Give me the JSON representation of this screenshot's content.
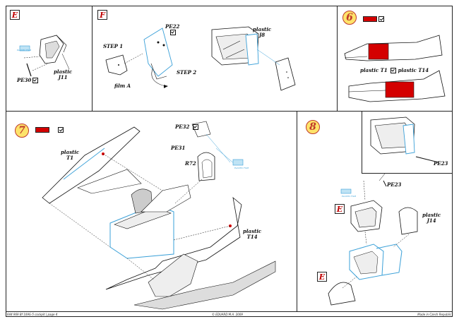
{
  "sections": {
    "E": {
      "letter": "E",
      "pe_label": "PE30",
      "plastic_label": "plastic",
      "part_label": "J11",
      "film_tag": "PLASTIC FILM"
    },
    "F": {
      "letter": "F",
      "pe_label": "PE22",
      "step1": "STEP 1",
      "step2": "STEP 2",
      "film_label": "film A",
      "plastic_label": "plastic",
      "part_label": "J8"
    },
    "s6": {
      "number": "6",
      "t1_label": "plastic T1",
      "t14_label": "plastic T14"
    },
    "s7": {
      "number": "7",
      "plastic_t1": "plastic",
      "t1": "T1",
      "pe32": "PE32",
      "pe31": "PE31",
      "r72": "R72",
      "plastic_t14": "plastic",
      "t14": "T14",
      "film_tag": "PLASTIC FILM"
    },
    "s8": {
      "number": "8",
      "pe23_top": "PE23",
      "pe23": "PE23",
      "film_tag": "PLASTIC FILM",
      "plastic": "plastic",
      "j14": "J14",
      "e_upper": "E",
      "e_lower": "E"
    }
  },
  "footer": {
    "left": "644 969  Bf 109G-5 cockpit  |  page 4",
    "center": "© EDUARD  M.A. 2009",
    "right": "Made in Czech Republic"
  },
  "colors": {
    "red": "#d40000",
    "accent_blue": "#3aa0d8",
    "number_fill": "#fde36a",
    "number_text": "#c0392b"
  }
}
